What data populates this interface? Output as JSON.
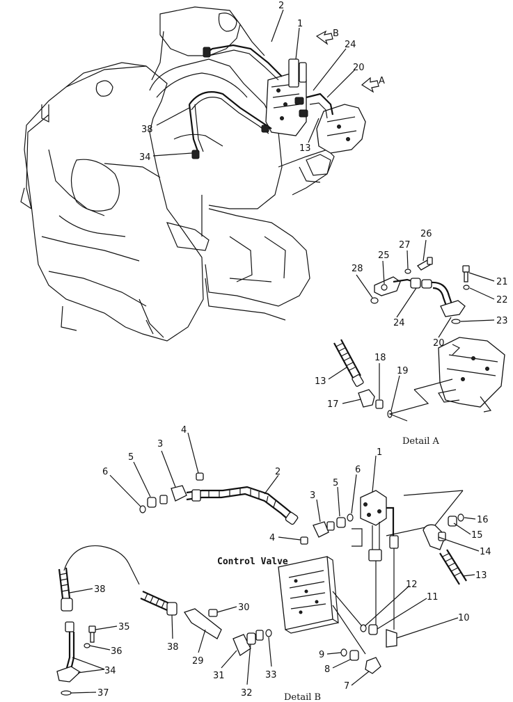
{
  "captions": {
    "detail_a": "Detail A",
    "detail_b": "Detail B",
    "control_valve": "Control Valve"
  },
  "view_arrows": {
    "a": "A",
    "b": "B"
  },
  "callouts_main": [
    "2",
    "1",
    "24",
    "20",
    "38",
    "34",
    "13"
  ],
  "callouts_detail_a": [
    "26",
    "27",
    "25",
    "28",
    "21",
    "22",
    "24",
    "20",
    "23",
    "13",
    "18",
    "19",
    "17"
  ],
  "callouts_detail_b": [
    "4",
    "3",
    "2",
    "6",
    "5",
    "1",
    "6",
    "5",
    "3",
    "4",
    "16",
    "15",
    "14",
    "13",
    "38",
    "30",
    "12",
    "11",
    "10",
    "35",
    "36",
    "38",
    "29",
    "31",
    "32",
    "33",
    "9",
    "8",
    "34",
    "37",
    "7"
  ]
}
